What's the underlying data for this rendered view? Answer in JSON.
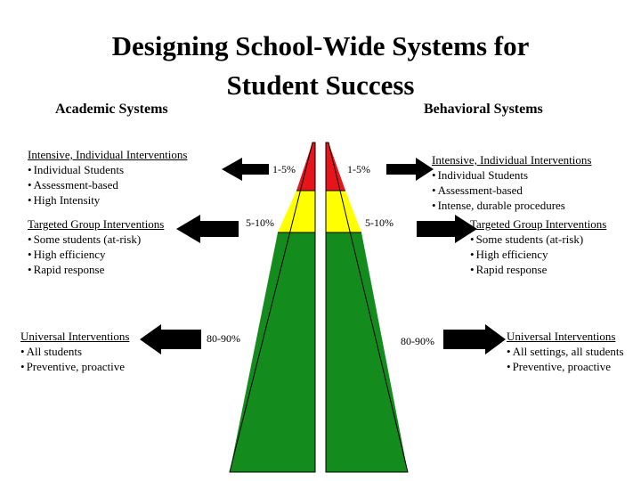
{
  "title_line1": "Designing School-Wide Systems for",
  "title_line2": "Student Success",
  "academic": {
    "heading": "Academic Systems",
    "tiers": [
      {
        "header": "Intensive, Individual Interventions",
        "items": [
          "Individual Students",
          "Assessment-based",
          "High Intensity"
        ],
        "percent": "1-5%"
      },
      {
        "header": "Targeted Group Interventions",
        "items": [
          "Some students (at-risk)",
          "High efficiency",
          "Rapid response"
        ],
        "percent": "5-10%"
      },
      {
        "header": "Universal Interventions",
        "items": [
          "All students",
          "Preventive,  proactive"
        ],
        "percent": "80-90%"
      }
    ]
  },
  "behavioral": {
    "heading": "Behavioral Systems",
    "tiers": [
      {
        "header": "Intensive, Individual Interventions",
        "items": [
          "Individual Students",
          "Assessment-based",
          "Intense, durable procedures"
        ],
        "percent": "1-5%"
      },
      {
        "header": "Targeted Group Interventions",
        "items": [
          "Some students (at-risk)",
          "High efficiency",
          "Rapid response"
        ],
        "percent": "5-10%"
      },
      {
        "header": "Universal Interventions",
        "items": [
          "All settings, all students",
          "Preventive,  proactive"
        ],
        "percent": "80-90%"
      }
    ]
  },
  "colors": {
    "red": "#e8141b",
    "yellow": "#ffff00",
    "green": "#138b1d",
    "arrow": "#000000"
  }
}
